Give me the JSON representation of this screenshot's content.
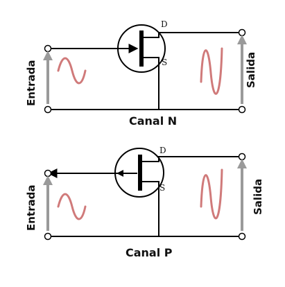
{
  "circuits": [
    {
      "id": "n",
      "channel_label": "Canal N",
      "input_label": "Entrada",
      "output_label": "Salida",
      "drain_label": "D",
      "source_label": "S"
    },
    {
      "id": "p",
      "channel_label": "Canal P",
      "input_label": "Entrada",
      "output_label": "Salida",
      "drain_label": "D",
      "source_label": "S"
    }
  ],
  "colors": {
    "wire": "#000000",
    "signal_arrow": "#9a9a9a",
    "waveform": "#d07a7a"
  },
  "icons": [
    "jfet-symbol",
    "gate-arrow-icon",
    "signal-arrow-icon",
    "sine-wave-icon",
    "terminal-icon"
  ]
}
